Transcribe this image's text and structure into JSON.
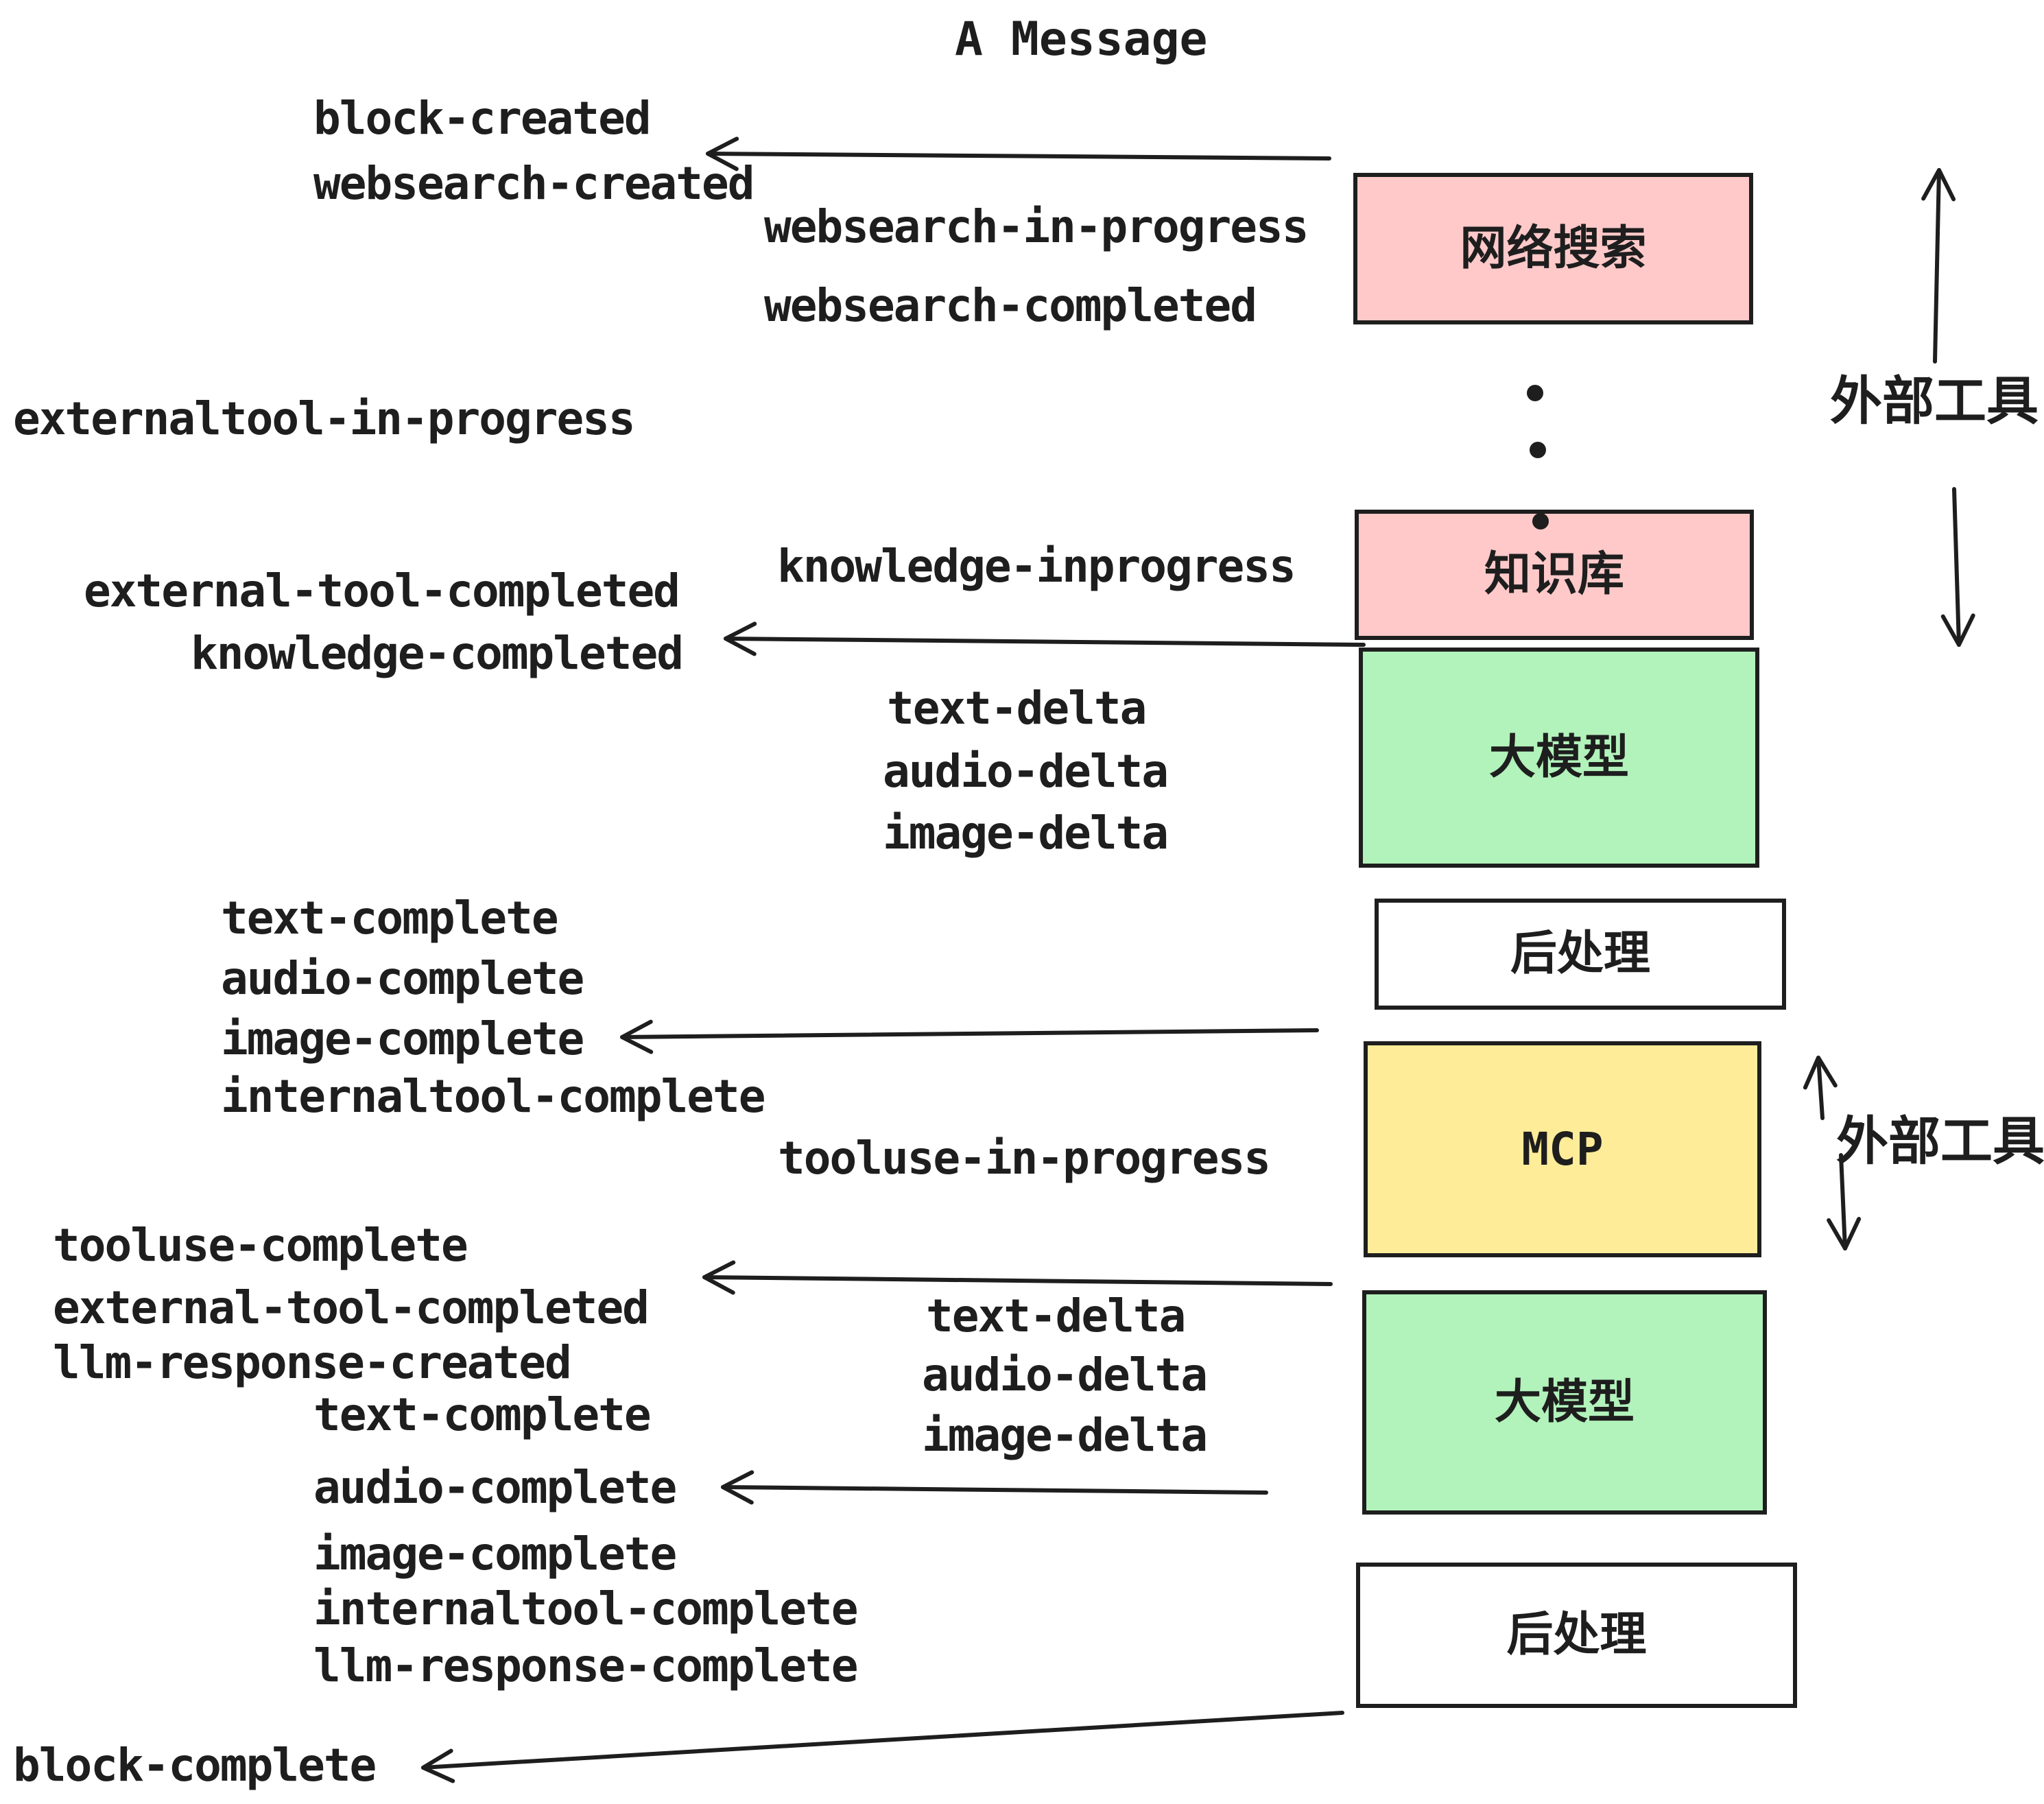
{
  "title": "A Message",
  "colors": {
    "box_pink": "#ffc9c9",
    "box_green": "#b2f2bb",
    "box_yellow": "#ffec99",
    "box_white": "#ffffff",
    "stroke": "#1e1e1e",
    "background": "#ffffff"
  },
  "boxes": [
    {
      "id": "websearch",
      "label": "网络搜索",
      "color_key": "box_pink"
    },
    {
      "id": "knowledge",
      "label": "知识库",
      "color_key": "box_pink"
    },
    {
      "id": "llm-1",
      "label": "大模型",
      "color_key": "box_green"
    },
    {
      "id": "post-1",
      "label": "后处理",
      "color_key": "box_white"
    },
    {
      "id": "mcp",
      "label": "MCP",
      "color_key": "box_yellow"
    },
    {
      "id": "llm-2",
      "label": "大模型",
      "color_key": "box_green"
    },
    {
      "id": "post-2",
      "label": "后处理",
      "color_key": "box_white"
    }
  ],
  "right_labels": [
    {
      "label": "外部工具"
    },
    {
      "label": "外部工具"
    }
  ],
  "events": {
    "block_created": "block-created",
    "websearch_created": "websearch-created",
    "websearch_in_progress": "websearch-in-progress",
    "websearch_completed": "websearch-completed",
    "externaltool_in_progress": "externaltool-in-progress",
    "knowledge_inprogress": "knowledge-inprogress",
    "external_tool_completed_1": "external-tool-completed",
    "knowledge_completed": "knowledge-completed",
    "text_delta_1": "text-delta",
    "audio_delta_1": "audio-delta",
    "image_delta_1": "image-delta",
    "text_complete_1": "text-complete",
    "audio_complete_1": "audio-complete",
    "image_complete_1": "image-complete",
    "internaltool_complete_1": "internaltool-complete",
    "tooluse_in_progress": "tooluse-in-progress",
    "tooluse_complete": "tooluse-complete",
    "external_tool_completed_2": "external-tool-completed",
    "llm_response_created": "llm-response-created",
    "text_delta_2": "text-delta",
    "audio_delta_2": "audio-delta",
    "image_delta_2": "image-delta",
    "text_complete_2": "text-complete",
    "audio_complete_2": "audio-complete",
    "image_complete_2": "image-complete",
    "internaltool_complete_2": "internaltool-complete",
    "llm_response_complete": "llm-response-complete",
    "block_complete": "block-complete"
  }
}
